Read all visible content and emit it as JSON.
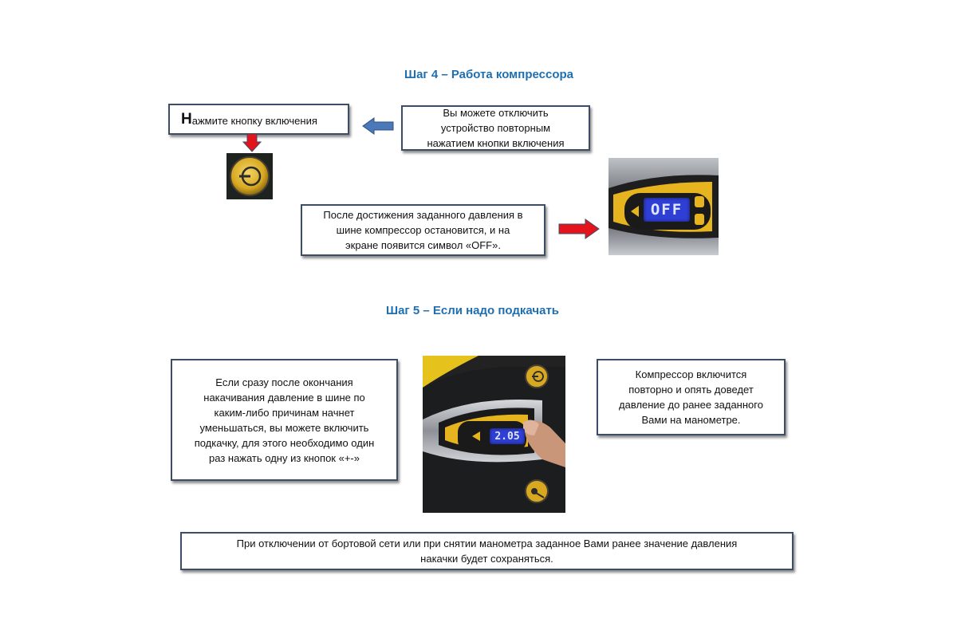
{
  "step4": {
    "title": "Шаг 4 – Работа компрессора",
    "press_box": {
      "first_letter": "Н",
      "rest": "ажмите кнопку  включения"
    },
    "disable_box": {
      "line1": "Вы можете отключить",
      "line2": "устройство повторным",
      "line3": "нажатием кнопки включения"
    },
    "after_box": {
      "line1": "После достижения заданного давления в",
      "line2": "шине компрессор  остановится, и на",
      "line3": "экране появится символ «OFF»."
    },
    "display_text": "OFF"
  },
  "step5": {
    "title": "Шаг 5 – Если надо подкачать",
    "left_box": {
      "line1": "Если сразу после  окончания",
      "line2": "накачивания давление в шине по",
      "line3": "каким-либо причинам начнет",
      "line4": "уменьшаться, вы можете включить",
      "line5": "подкачку, для этого необходимо один",
      "line6": "раз нажать одну из кнопок  «+-»"
    },
    "right_box": {
      "line1": "Компрессор включится",
      "line2": "повторно  и опять доведет",
      "line3": "давление до ранее заданного",
      "line4": "Вами на манометре."
    },
    "display_text": "2.05"
  },
  "footer": {
    "line1": "При отключении от бортовой сети или при снятии манометра заданное Вами ранее значение давления",
    "line2": "накачки будет сохраняться."
  },
  "colors": {
    "heading": "#1f6fb0",
    "arrow_red": "#e3141b",
    "arrow_blue": "#4a78b8",
    "lcd": "#2f3fd6",
    "yellow": "#e8b820"
  },
  "icons": [
    "power-icon",
    "arrow-down-icon",
    "arrow-left-icon",
    "arrow-right-icon",
    "lamp-icon"
  ]
}
